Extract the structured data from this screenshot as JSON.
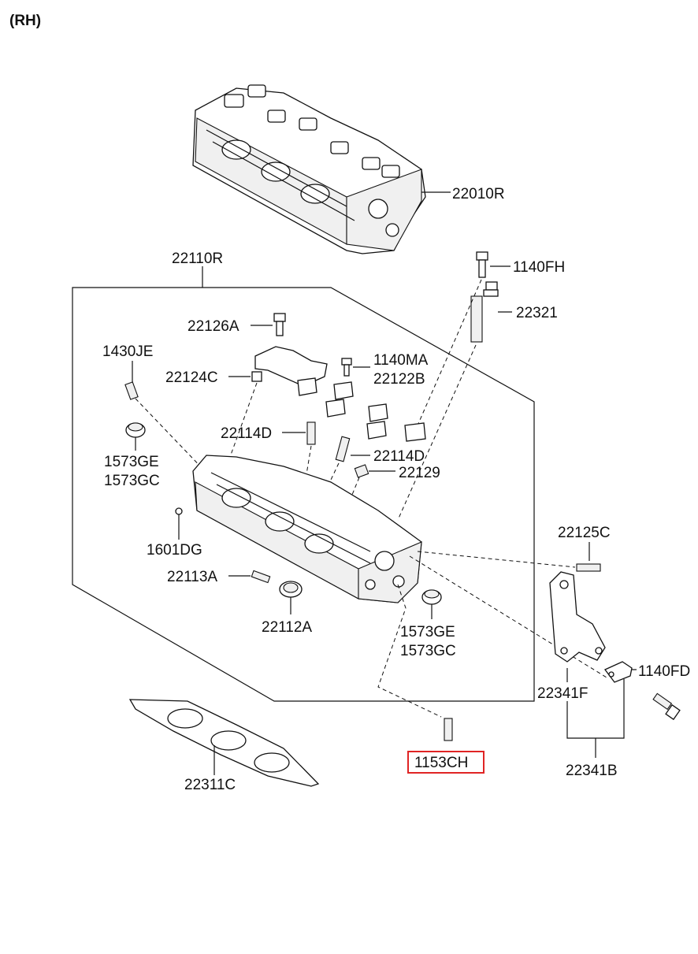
{
  "header": {
    "side": "(RH)"
  },
  "labels": {
    "p22010R": "22010R",
    "p22110R": "22110R",
    "p1140FH": "1140FH",
    "p22321": "22321",
    "p22126A": "22126A",
    "p1430JE": "1430JE",
    "p22124C": "22124C",
    "p1140MA": "1140MA",
    "p22122B": "22122B",
    "p22114D_a": "22114D",
    "p22114D_b": "22114D",
    "p22129": "22129",
    "p1573GE_a": "1573GE",
    "p1573GC_a": "1573GC",
    "p1601DG": "1601DG",
    "p22125C": "22125C",
    "p22113A": "22113A",
    "p22112A": "22112A",
    "p1573GE_b": "1573GE",
    "p1573GC_b": "1573GC",
    "p22341F": "22341F",
    "p1140FD": "1140FD",
    "p22311C": "22311C",
    "p1153CH": "1153CH",
    "p22341B": "22341B"
  },
  "highlight": {
    "part": "1153CH",
    "color": "#e02424"
  }
}
